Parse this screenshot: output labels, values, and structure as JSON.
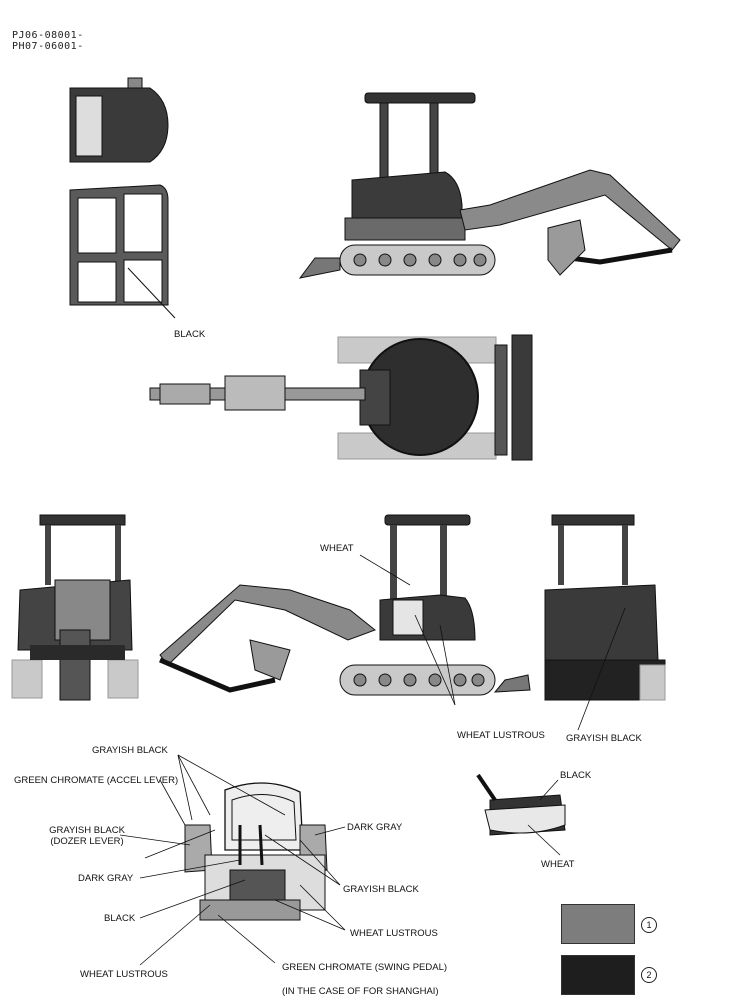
{
  "header": {
    "serial_1": "PJ06-08001-",
    "serial_2": "PH07-06001-"
  },
  "labels": {
    "black_cab": "BLACK",
    "wheat": "WHEAT",
    "wheat_lustrous_main": "WHEAT LUSTROUS",
    "grayish_black_rear": "GRAYISH BLACK",
    "grayish_black_top": "GRAYISH BLACK",
    "green_chromate_accel": "GREEN CHROMATE  (ACCEL LEVER)",
    "grayish_black_dozer_1": "GRAYISH BLACK",
    "grayish_black_dozer_2": "(DOZER LEVER)",
    "dark_gray_left": "DARK GRAY",
    "black_left": "BLACK",
    "wheat_lustrous_bottom": "WHEAT LUSTROUS",
    "green_chromate_swing": "GREEN CHROMATE  (SWING PEDAL)",
    "shanghai_note": "(IN THE CASE OF FOR SHANGHAI)",
    "dark_gray_right": "DARK GRAY",
    "grayish_black_right": "GRAYISH BLACK",
    "wheat_lustrous_right": "WHEAT LUSTROUS",
    "black_cover": "BLACK",
    "wheat_cover": "WHEAT"
  },
  "legend": [
    {
      "number": "1",
      "color": "#7d7d7d"
    },
    {
      "number": "2",
      "color": "#1e1e1e"
    }
  ],
  "colors": {
    "light_gray": "#c9c9c9",
    "mid_gray": "#7d7d7d",
    "dark": "#2a2a2a",
    "line": "#111111"
  }
}
